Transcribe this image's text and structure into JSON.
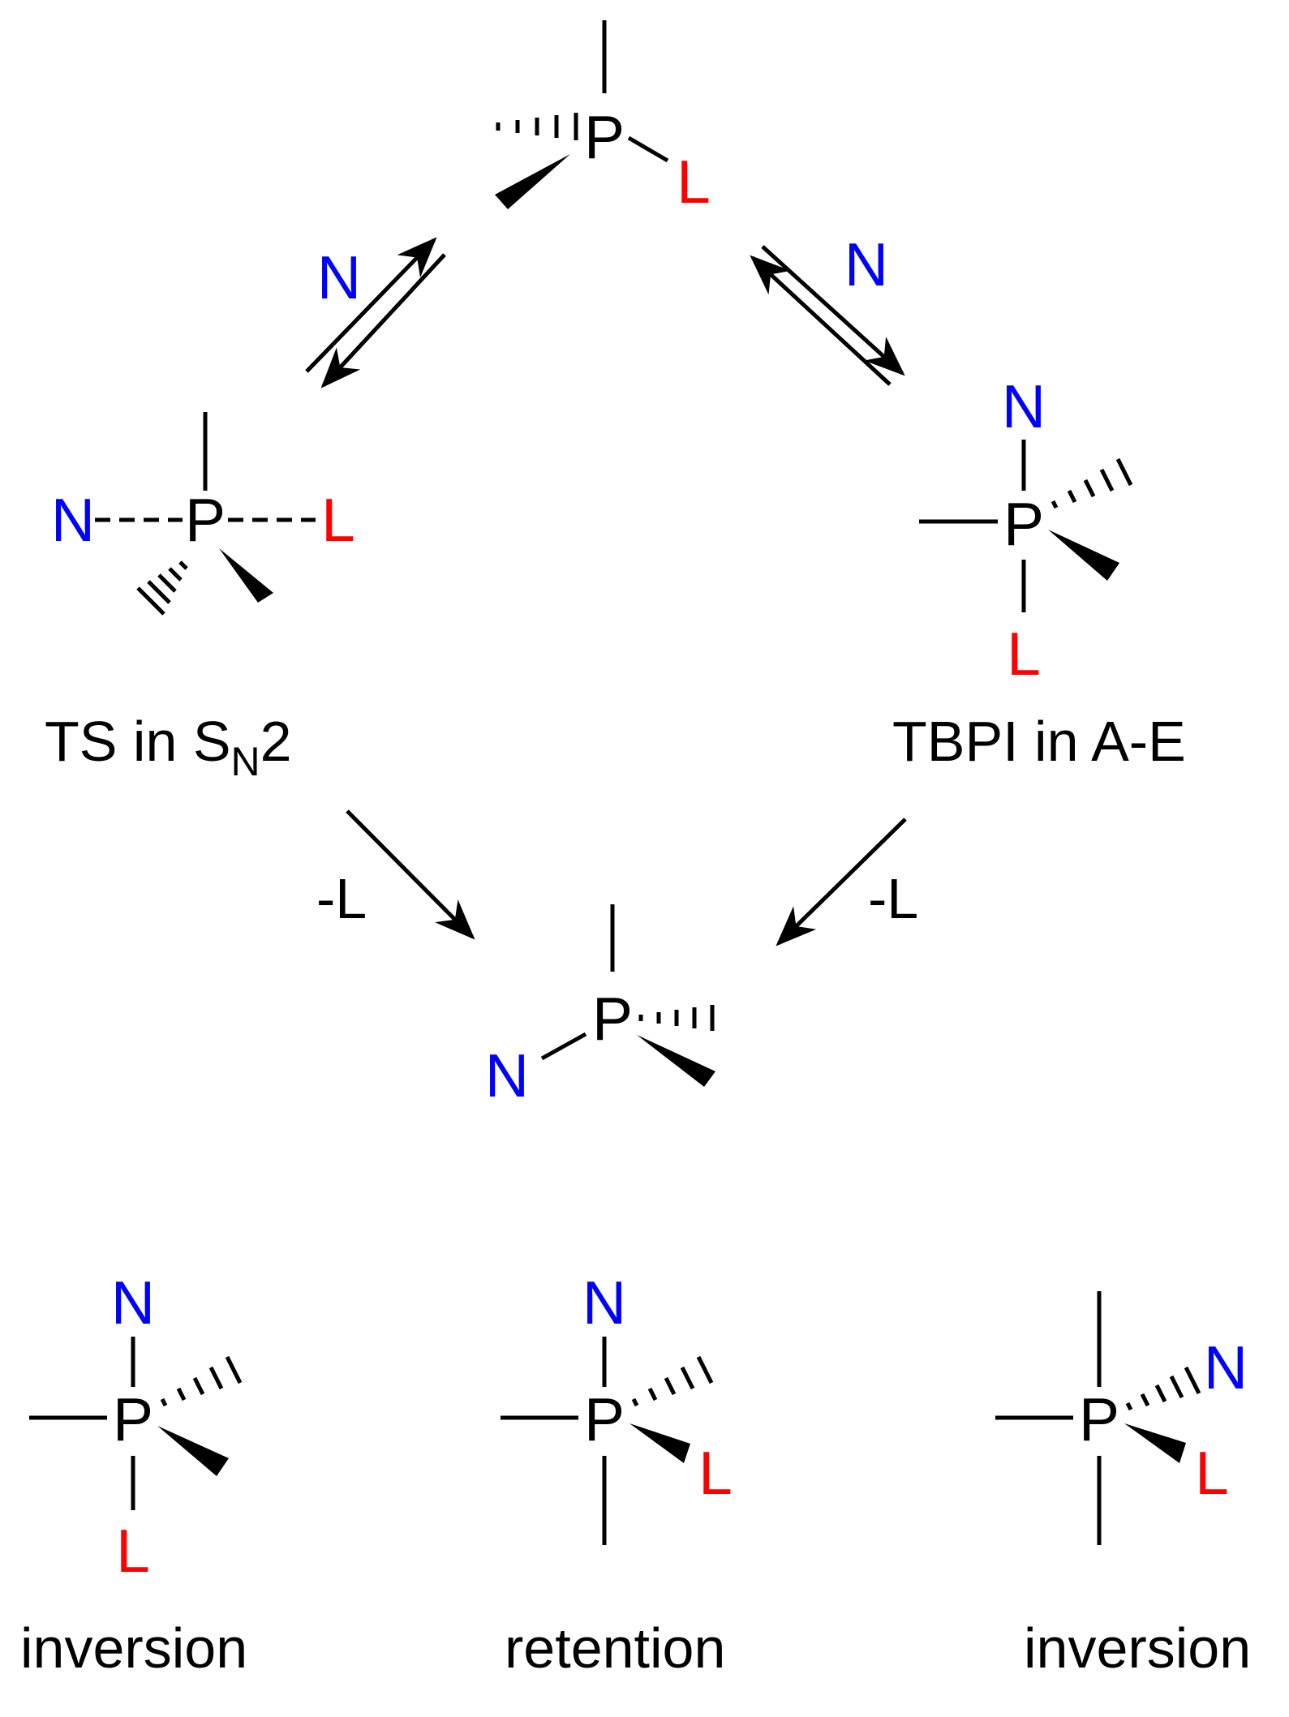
{
  "atoms": {
    "phosphorus": "P",
    "nucleophile": "N",
    "leaving_group": "L"
  },
  "labels": {
    "ts": "TS in S",
    "ts_sub": "N",
    "ts_tail": "2",
    "tbpi": "TBPI in A-E",
    "minus_l": "-L",
    "inversion": "inversion",
    "retention": "retention"
  },
  "colors": {
    "nucleophile": "#0000ff",
    "leaving_group": "#ff0000",
    "bonds": "#000000"
  }
}
